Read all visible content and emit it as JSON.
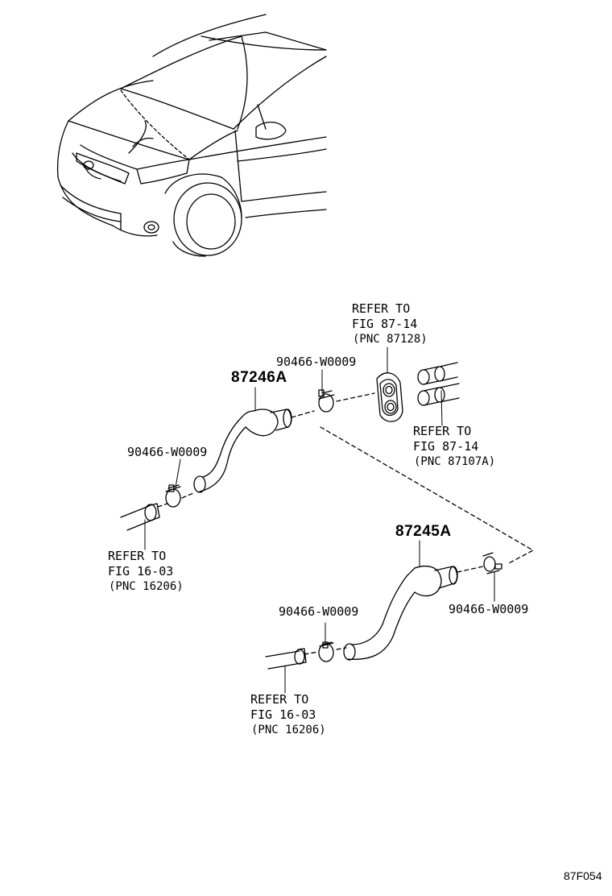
{
  "parts": {
    "hose_upper": "87246A",
    "hose_lower": "87245A"
  },
  "clamps": {
    "upper_right": "90466-W0009",
    "upper_left": "90466-W0009",
    "lower_left": "90466-W0009",
    "lower_right": "90466-W0009"
  },
  "refs": {
    "grommet": {
      "line1": "REFER TO",
      "line2": "FIG 87-14",
      "line3": "(PNC 87128)"
    },
    "heater_pipes": {
      "line1": "REFER TO",
      "line2": "FIG 87-14",
      "line3": "(PNC 87107A)"
    },
    "engine_pipe_upper": {
      "line1": "REFER TO",
      "line2": "FIG 16-03",
      "line3": "(PNC 16206)"
    },
    "engine_pipe_lower": {
      "line1": "REFER TO",
      "line2": "FIG 16-03",
      "line3": "(PNC 16206)"
    }
  },
  "figure_code": "87F054"
}
